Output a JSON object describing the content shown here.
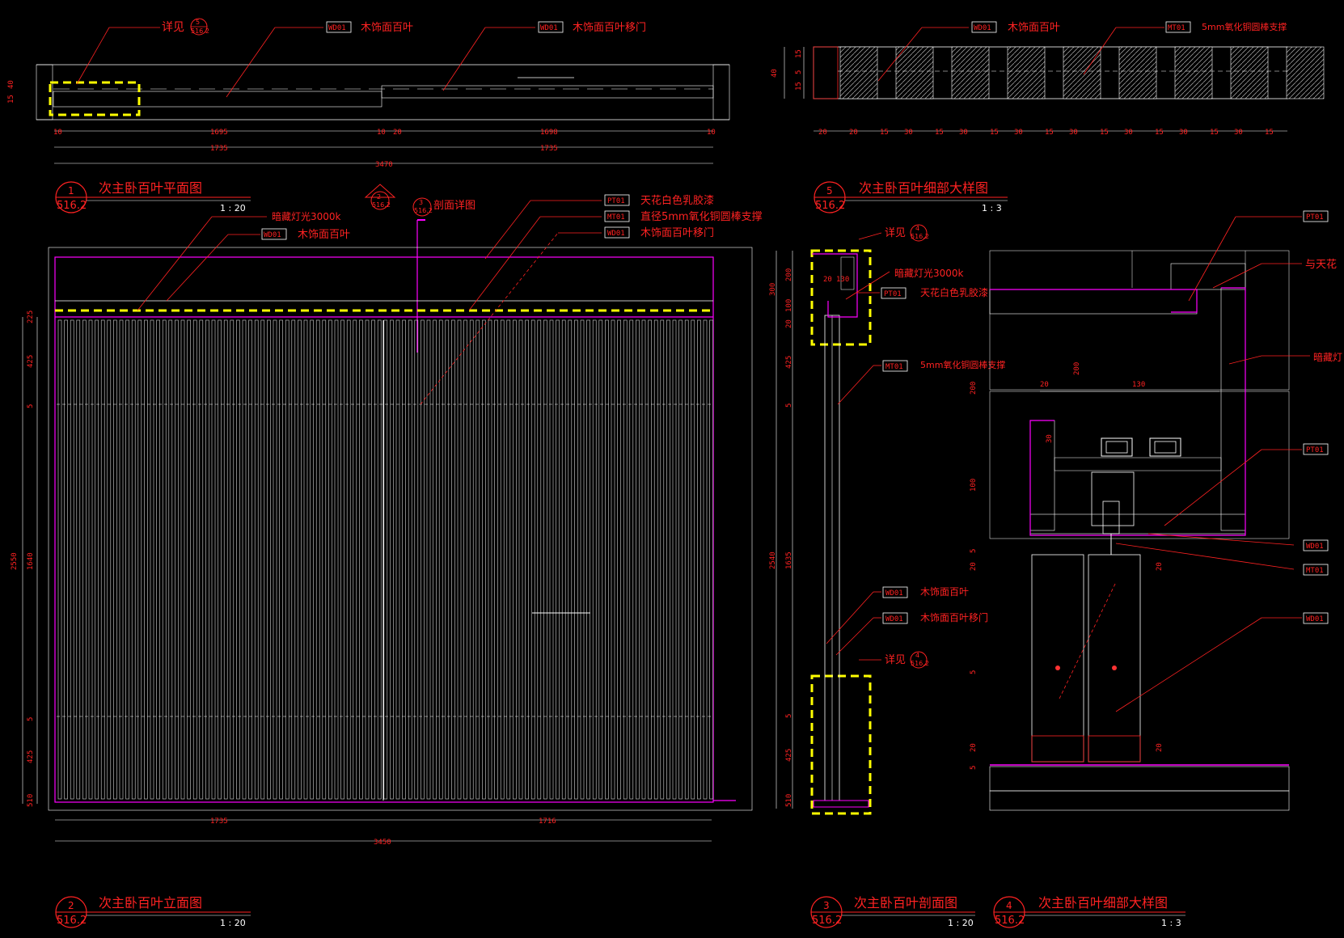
{
  "drawings": {
    "plan": {
      "num": "1",
      "sheet": "516.2",
      "title": "次主卧百叶平面图",
      "scale": "1 : 20"
    },
    "elevation": {
      "num": "2",
      "sheet": "516.2",
      "title": "次主卧百叶立面图",
      "scale": "1 : 20"
    },
    "section": {
      "num": "3",
      "sheet": "516.2",
      "title": "次主卧百叶剖面图",
      "scale": "1 : 20"
    },
    "detail4": {
      "num": "4",
      "sheet": "516.2",
      "title": "次主卧百叶细部大样图",
      "scale": "1 : 3"
    },
    "detail5": {
      "num": "5",
      "sheet": "516.2",
      "title": "次主卧百叶细部大样图",
      "scale": "1 : 3"
    }
  },
  "labels": {
    "see_detail": "详见",
    "wood_louver": "木饰面百叶",
    "wood_louver_door": "木饰面百叶移门",
    "rod_support": "5mm氧化铜圆棒支撑",
    "rod_support_dia": "直径5mm氧化铜圆棒支撑",
    "ceiling_paint": "天花白色乳胶漆",
    "hidden_light": "暗藏灯光3000k",
    "section_detail": "剖面详图",
    "with_ceiling_cut": "与天花",
    "hidden_light_cut": "暗藏灯"
  },
  "codes": {
    "wd": "WD01",
    "mt": "MT01",
    "pt": "PT01"
  },
  "callouts": {
    "c5": {
      "num": "5",
      "sheet": "516.2"
    },
    "c2": {
      "num": "2",
      "sheet": "516.2"
    },
    "c3": {
      "num": "3",
      "sheet": "516.2"
    },
    "c4": {
      "num": "4",
      "sheet": "516.2"
    }
  },
  "dims": {
    "plan_row1": [
      "10",
      "1695",
      "10",
      "20",
      "1698",
      "10"
    ],
    "plan_row2": [
      "1735",
      "1735"
    ],
    "plan_total": "3470",
    "plan_side": [
      "40",
      "15"
    ],
    "elev_row1": [
      "1735",
      "1716"
    ],
    "elev_total": "3450",
    "elev_left": [
      "225",
      "425",
      "5",
      "2550",
      "1640",
      "5",
      "425",
      "510"
    ],
    "d5_bottom": [
      "20",
      "20",
      "15",
      "30",
      "15",
      "30",
      "15",
      "30",
      "15",
      "30",
      "15",
      "30",
      "15",
      "30",
      "15",
      "30",
      "15"
    ],
    "d5_left": [
      "40",
      "15",
      "5",
      "15"
    ],
    "sec_left": [
      "300",
      "200",
      "100",
      "20",
      "425",
      "5",
      "2540",
      "1635",
      "5",
      "425",
      "510"
    ],
    "sec_top": [
      "20",
      "130"
    ],
    "d4": [
      "20",
      "130",
      "200",
      "200",
      "30",
      "100",
      "5",
      "20",
      "20",
      "5",
      "20",
      "5",
      "20"
    ]
  }
}
